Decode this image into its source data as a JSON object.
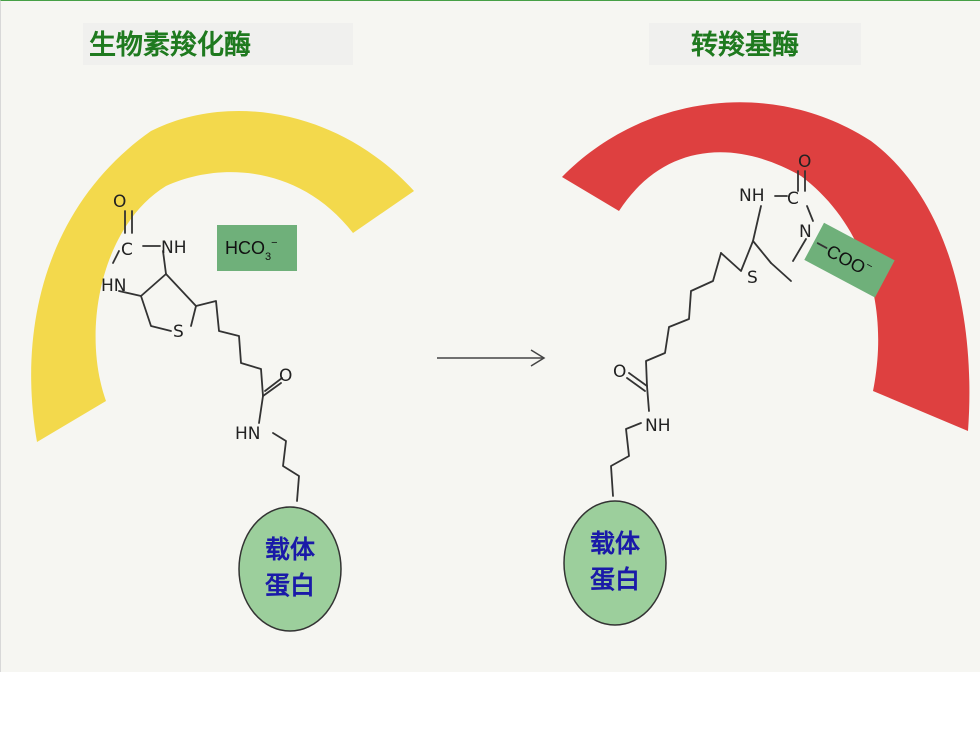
{
  "left_panel": {
    "title": "生物素羧化酶",
    "reagent": {
      "main": "HCO",
      "sub": "3",
      "sup": "−"
    },
    "protein_lines": [
      "载体",
      "蛋白"
    ],
    "atoms": {
      "o_top": "O",
      "c": "C",
      "nh_right": "NH",
      "hn_left": "HN",
      "s": "S",
      "o_amide": "O",
      "hn_amide": "HN"
    }
  },
  "right_panel": {
    "title": "转羧基酶",
    "group_label": "COO",
    "group_sup": "−",
    "protein_lines": [
      "载体",
      "蛋白"
    ],
    "atoms": {
      "o_top": "O",
      "nh_left": "NH",
      "c": "C",
      "n_right": "N",
      "s": "S",
      "o_amide": "O",
      "nh_amide": "NH"
    }
  },
  "colors": {
    "enzyme_left": "#f3d94c",
    "enzyme_right": "#de4040",
    "protein_fill": "#9ccf9c",
    "highlight_box": "#6fb07a",
    "title_text": "#1f7a1f",
    "protein_text": "#1a1aa8"
  }
}
